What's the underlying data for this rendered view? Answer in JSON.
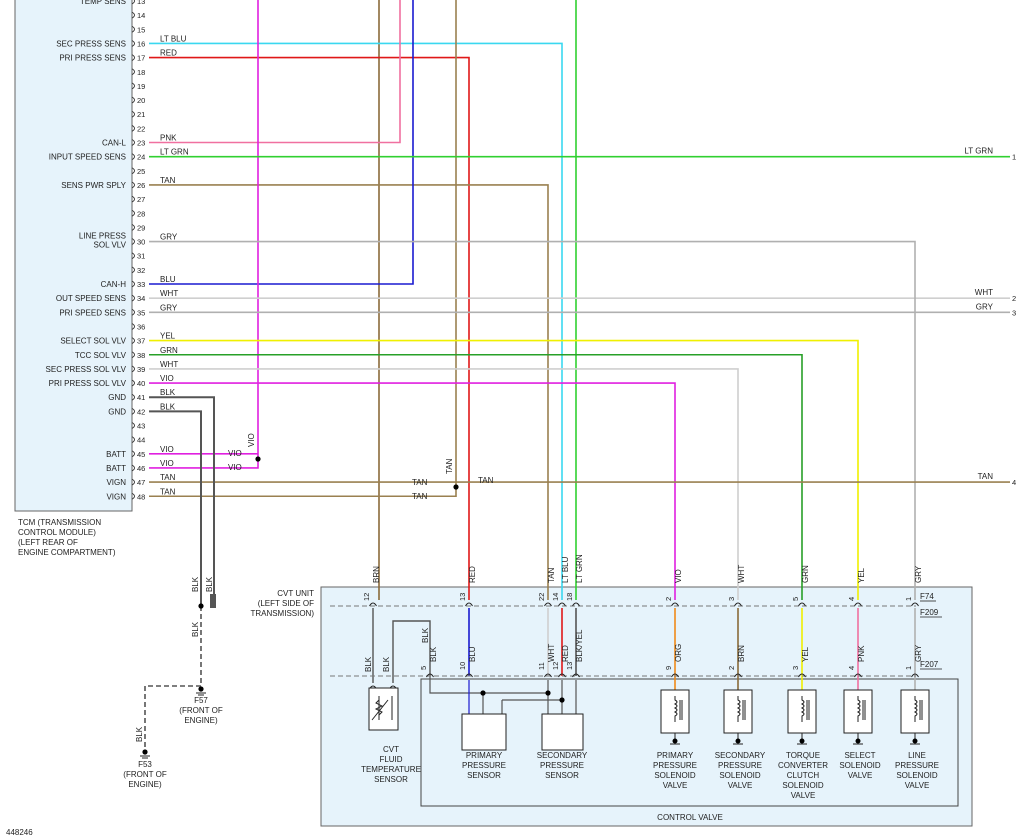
{
  "tcm": {
    "caption": [
      "TCM (TRANSMISSION",
      "CONTROL MODULE)",
      "(LEFT REAR OF",
      "ENGINE COMPARTMENT)"
    ],
    "pins": [
      {
        "num": "13",
        "label": "TEMP SENS",
        "wire": ""
      },
      {
        "num": "14",
        "label": "",
        "wire": ""
      },
      {
        "num": "15",
        "label": "",
        "wire": ""
      },
      {
        "num": "16",
        "label": "SEC PRESS SENS",
        "wire": "LT BLU"
      },
      {
        "num": "17",
        "label": "PRI PRESS SENS",
        "wire": "RED"
      },
      {
        "num": "18",
        "label": "",
        "wire": ""
      },
      {
        "num": "19",
        "label": "",
        "wire": ""
      },
      {
        "num": "20",
        "label": "",
        "wire": ""
      },
      {
        "num": "21",
        "label": "",
        "wire": ""
      },
      {
        "num": "22",
        "label": "",
        "wire": ""
      },
      {
        "num": "23",
        "label": "CAN-L",
        "wire": "PNK"
      },
      {
        "num": "24",
        "label": "INPUT SPEED SENS",
        "wire": "LT GRN"
      },
      {
        "num": "25",
        "label": "",
        "wire": ""
      },
      {
        "num": "26",
        "label": "SENS PWR SPLY",
        "wire": "TAN"
      },
      {
        "num": "27",
        "label": "",
        "wire": ""
      },
      {
        "num": "28",
        "label": "",
        "wire": ""
      },
      {
        "num": "29",
        "label": "",
        "wire": ""
      },
      {
        "num": "30",
        "label": "LINE PRESS|SOL VLV",
        "wire": "GRY"
      },
      {
        "num": "31",
        "label": "",
        "wire": ""
      },
      {
        "num": "32",
        "label": "",
        "wire": ""
      },
      {
        "num": "33",
        "label": "CAN-H",
        "wire": "BLU"
      },
      {
        "num": "34",
        "label": "OUT SPEED SENS",
        "wire": "WHT"
      },
      {
        "num": "35",
        "label": "PRI SPEED SENS",
        "wire": "GRY"
      },
      {
        "num": "36",
        "label": "",
        "wire": ""
      },
      {
        "num": "37",
        "label": "SELECT SOL VLV",
        "wire": "YEL"
      },
      {
        "num": "38",
        "label": "TCC SOL VLV",
        "wire": "GRN"
      },
      {
        "num": "39",
        "label": "SEC PRESS SOL VLV",
        "wire": "WHT"
      },
      {
        "num": "40",
        "label": "PRI PRESS SOL VLV",
        "wire": "VIO"
      },
      {
        "num": "41",
        "label": "GND",
        "wire": "BLK"
      },
      {
        "num": "42",
        "label": "GND",
        "wire": "BLK"
      },
      {
        "num": "43",
        "label": "",
        "wire": ""
      },
      {
        "num": "44",
        "label": "",
        "wire": ""
      },
      {
        "num": "45",
        "label": "BATT",
        "wire": "VIO"
      },
      {
        "num": "46",
        "label": "BATT",
        "wire": "VIO"
      },
      {
        "num": "47",
        "label": "VIGN",
        "wire": "TAN"
      },
      {
        "num": "48",
        "label": "VIGN",
        "wire": "TAN"
      }
    ]
  },
  "wire_labels": {
    "vio_splice_in": "VIO",
    "vio_45": "VIO",
    "vio_46": "VIO",
    "tan_47": "TAN",
    "tan_48": "TAN",
    "tan_splice_v": "TAN",
    "tan_out": "TAN",
    "blk_a": "BLK",
    "blk_b": "BLK",
    "blk_c": "BLK",
    "blk_f53": "BLK"
  },
  "right_connector": [
    {
      "num": "1",
      "wire": "LT GRN"
    },
    {
      "num": "2",
      "wire": "WHT"
    },
    {
      "num": "3",
      "wire": "GRY"
    },
    {
      "num": "4",
      "wire": "TAN"
    }
  ],
  "cvt": {
    "caption": [
      "CVT UNIT",
      "(LEFT SIDE OF",
      "TRANSMISSION)"
    ],
    "connectors": [
      "F74",
      "F209",
      "F207"
    ],
    "top_pins": [
      {
        "num": "12",
        "wire": "BRN"
      },
      {
        "num": "13",
        "wire": "RED"
      },
      {
        "num": "22",
        "wire": "TAN"
      },
      {
        "num": "14",
        "wire": "LT BLU"
      },
      {
        "num": "18",
        "wire": "LT GRN"
      },
      {
        "num": "2",
        "wire": "VIO"
      },
      {
        "num": "3",
        "wire": "WHT"
      },
      {
        "num": "5",
        "wire": "GRN"
      },
      {
        "num": "4",
        "wire": "YEL"
      },
      {
        "num": "1",
        "wire": "GRY"
      }
    ],
    "inner_pins": [
      {
        "num": "5",
        "wire": "BLK"
      },
      {
        "num": "10",
        "wire": "BLU"
      },
      {
        "num": "11",
        "wire": "WHT"
      },
      {
        "num": "12",
        "wire": "RED"
      },
      {
        "num": "13",
        "wire": "BLK/YEL"
      },
      {
        "num": "9",
        "wire": "ORG"
      },
      {
        "num": "2",
        "wire": "BRN"
      },
      {
        "num": "3",
        "wire": "YEL"
      },
      {
        "num": "4",
        "wire": "PNK"
      },
      {
        "num": "1",
        "wire": "GRY"
      }
    ],
    "temp_sensor_wires": [
      "BLK",
      "BLK"
    ],
    "components": [
      [
        "CVT",
        "FLUID",
        "TEMPERATURE",
        "SENSOR"
      ],
      [
        "PRIMARY",
        "PRESSURE",
        "SENSOR"
      ],
      [
        "SECONDARY",
        "PRESSURE",
        "SENSOR"
      ],
      [
        "PRIMARY",
        "PRESSURE",
        "SOLENOID",
        "VALVE"
      ],
      [
        "SECONDARY",
        "PRESSURE",
        "SOLENOID",
        "VALVE"
      ],
      [
        "TORQUE",
        "CONVERTER",
        "CLUTCH",
        "SOLENOID",
        "VALVE"
      ],
      [
        "SELECT",
        "SOLENOID",
        "VALVE"
      ],
      [
        "LINE",
        "PRESSURE",
        "SOLENOID",
        "VALVE"
      ]
    ],
    "control_valve": "CONTROL VALVE"
  },
  "grounds": [
    {
      "id": "F57",
      "lines": [
        "F57",
        "(FRONT OF",
        "ENGINE)"
      ]
    },
    {
      "id": "F53",
      "lines": [
        "F53",
        "(FRONT OF",
        "ENGINE)"
      ]
    }
  ],
  "diagram_id": "448246",
  "colors": {
    "VIO": "#e020e0",
    "PNK": "#f08ca8",
    "BLU": "#1a1ad0",
    "LT BLU": "#3ad8f0",
    "RED": "#e01818",
    "LT GRN": "#30d030",
    "GRN": "#28a028",
    "TAN": "#9a8050",
    "BRN": "#8a6a3a",
    "GRY": "#b0b0b0",
    "WHT": "#cfcfcf",
    "YEL": "#f0f000",
    "BLK": "#555555",
    "ORG": "#f08a18",
    "PNKS": "#f070a0",
    "tcm_fill": "#e6f3fb",
    "cvt_fill": "#e6f3fb"
  }
}
